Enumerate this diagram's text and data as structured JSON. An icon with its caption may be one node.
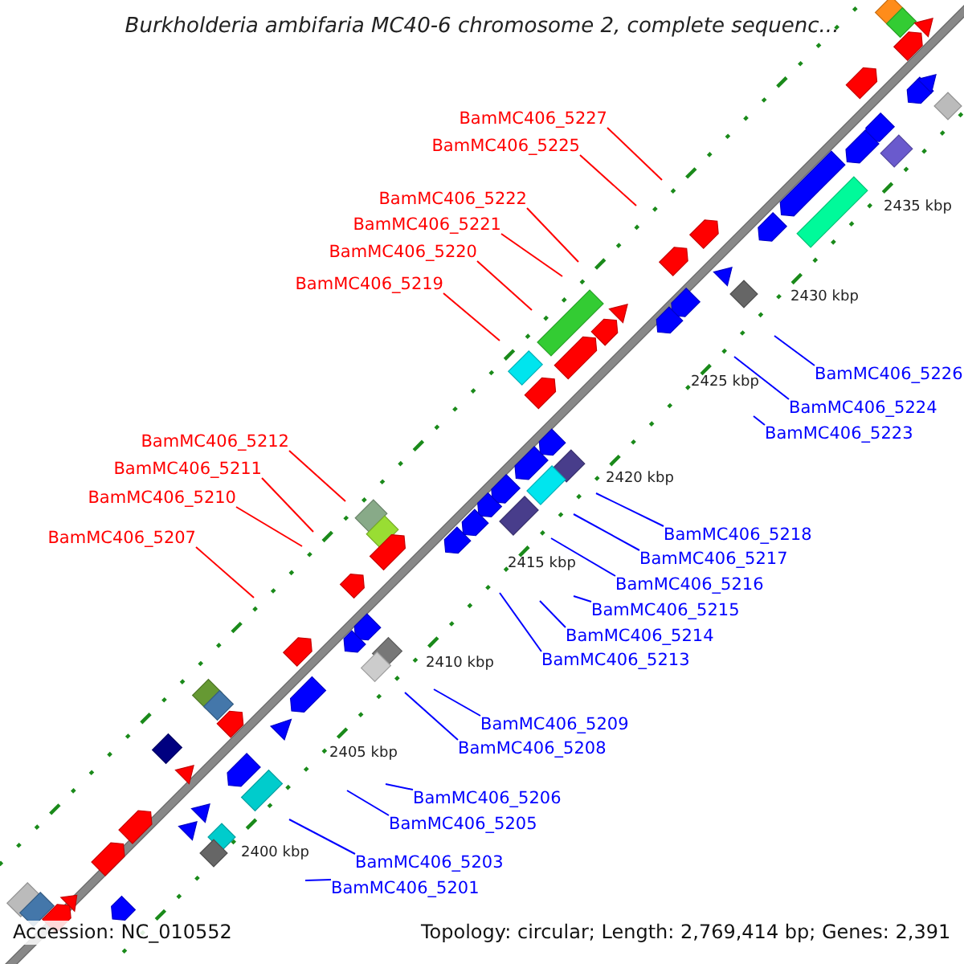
{
  "diagram": {
    "title": "Burkholderia ambifaria MC40-6 chromosome 2, complete sequenc...",
    "nodes": [
      {
        "text": [
          "BamMC406_5227"
        ]
      },
      {
        "text": [
          "BamMC406_5225"
        ]
      },
      {
        "text": [
          "BamMC406_5222"
        ]
      },
      {
        "text": [
          "BamMC406_5221"
        ]
      },
      {
        "text": [
          "BamMC406_5220"
        ]
      },
      {
        "text": [
          "BamMC406_5219"
        ]
      },
      {
        "text": [
          "BamMC406_5226"
        ]
      },
      {
        "text": [
          "BamMC406_5224"
        ]
      },
      {
        "text": [
          "BamMC406_5223"
        ]
      },
      {
        "text": [
          "BamMC406_5212"
        ]
      },
      {
        "text": [
          "BamMC406_5211"
        ]
      },
      {
        "text": [
          "BamMC406_5210"
        ]
      },
      {
        "text": [
          "BamMC406_5218"
        ]
      },
      {
        "text": [
          "BamMC406_5207"
        ]
      },
      {
        "text": [
          "BamMC406_5217"
        ]
      },
      {
        "text": [
          "BamMC406_5216"
        ]
      },
      {
        "text": [
          "BamMC406_5215"
        ]
      },
      {
        "text": [
          "BamMC406_5214"
        ]
      },
      {
        "text": [
          "BamMC406_5213"
        ]
      },
      {
        "text": [
          "BamMC406_5209"
        ]
      },
      {
        "text": [
          "BamMC406_5208"
        ]
      },
      {
        "text": [
          "BamMC406_5206"
        ]
      },
      {
        "text": [
          "BamMC406_5205"
        ]
      },
      {
        "text": [
          "BamMC406_5203"
        ]
      },
      {
        "text": [
          "BamMC406_5201"
        ]
      }
    ],
    "edges": [
      {
        "from": 0,
        "to": null,
        "arrow": "none",
        "color": "#ff0000"
      },
      {
        "from": 1,
        "to": null,
        "arrow": "none",
        "color": "#ff0000"
      },
      {
        "from": 2,
        "to": null,
        "arrow": "none",
        "color": "#ff0000"
      },
      {
        "from": 3,
        "to": null,
        "arrow": "none",
        "color": "#ff0000"
      },
      {
        "from": 4,
        "to": null,
        "arrow": "none",
        "color": "#ff0000"
      },
      {
        "from": 5,
        "to": null,
        "arrow": "none",
        "color": "#ff0000"
      },
      {
        "from": 6,
        "to": null,
        "arrow": "none"
      },
      {
        "from": 7,
        "to": null,
        "arrow": "none"
      },
      {
        "from": 8,
        "to": null,
        "arrow": "none"
      },
      {
        "from": 9,
        "to": null,
        "arrow": "none",
        "color": "#ff0000"
      },
      {
        "from": 10,
        "to": null,
        "arrow": "none",
        "color": "#ff0000"
      },
      {
        "from": 11,
        "to": null,
        "arrow": "none",
        "color": "#ff0000"
      },
      {
        "from": 12,
        "to": null,
        "arrow": "none"
      },
      {
        "from": 13,
        "to": null,
        "arrow": "none",
        "color": "#ff0000"
      },
      {
        "from": 14,
        "to": null,
        "arrow": "none"
      },
      {
        "from": 15,
        "to": null,
        "arrow": "none"
      },
      {
        "from": 16,
        "to": null,
        "arrow": "none"
      },
      {
        "from": 17,
        "to": null,
        "arrow": "none"
      },
      {
        "from": 18,
        "to": null,
        "arrow": "none"
      },
      {
        "from": 19,
        "to": null,
        "arrow": "none"
      },
      {
        "from": 20,
        "to": null,
        "arrow": "none"
      },
      {
        "from": 21,
        "to": null,
        "arrow": "none"
      },
      {
        "from": 22,
        "to": null,
        "arrow": "none"
      },
      {
        "from": 23,
        "to": null,
        "arrow": "none"
      },
      {
        "from": 24,
        "to": null,
        "arrow": "none"
      }
    ],
    "labels": [
      "2435 kbp",
      "2430 kbp",
      "2425 kbp",
      "2420 kbp",
      "2415 kbp",
      "2410 kbp",
      "2405 kbp",
      "2400 kbp",
      "Accession: NC_010552",
      "Topology: circular; Length: 2,769,414 bp; Genes: 2,391"
    ]
  }
}
